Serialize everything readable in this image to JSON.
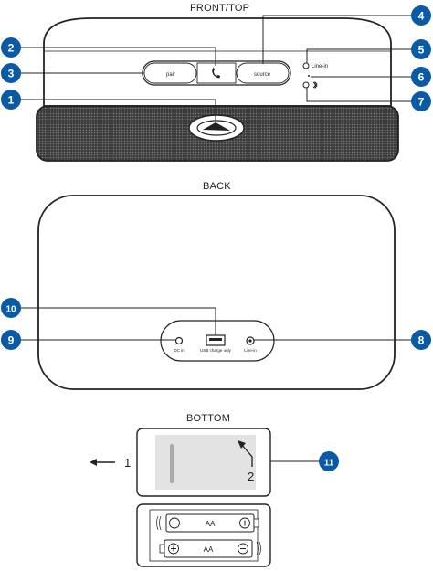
{
  "sections": {
    "front_top": "FRONT/TOP",
    "back": "BACK",
    "bottom": "BOTTOM"
  },
  "top_buttons": {
    "pair": "pair",
    "call_icon": "phone-icon",
    "source": "source"
  },
  "indicators": {
    "line_in": "Line-in",
    "bluetooth_icon": "bluetooth-icon"
  },
  "back_ports": {
    "dc_in": "DC in",
    "usb": "USB charge only",
    "line_in": "Line-in"
  },
  "battery_cover": {
    "step1": "1",
    "step2": "2"
  },
  "battery": {
    "aa_top": "AA",
    "aa_bottom": "AA"
  },
  "callouts": [
    "1",
    "2",
    "3",
    "4",
    "5",
    "6",
    "7",
    "8",
    "9",
    "10",
    "11"
  ],
  "colors": {
    "callout_fill": "#0a5aa6",
    "line": "#222222"
  }
}
